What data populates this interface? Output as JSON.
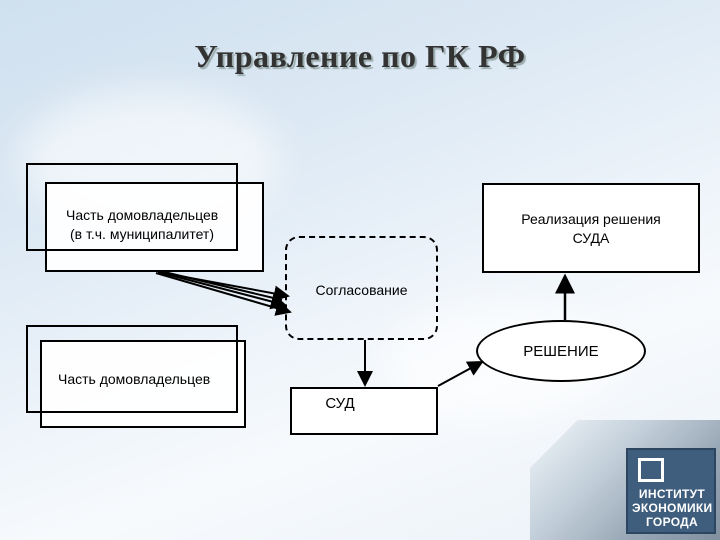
{
  "title": "Управление по ГК РФ",
  "boxes": {
    "owners_top_label_line1": "Часть домовладельцев",
    "owners_top_label_line2": "(в т.ч. муниципалитет)",
    "owners_bottom_label": "Часть домовладельцев",
    "agreement_label": "Согласование",
    "court_label": "СУД",
    "decision_label": "РЕШЕНИЕ",
    "execution_label_line1": "Реализация решения",
    "execution_label_line2": "СУДА"
  },
  "logo": {
    "line1": "ИНСТИТУТ",
    "line2": "ЭКОНОМИКИ",
    "line3": "ГОРОДА"
  },
  "colors": {
    "logo_bg": "#3f5e7d",
    "box_border": "#000000"
  }
}
